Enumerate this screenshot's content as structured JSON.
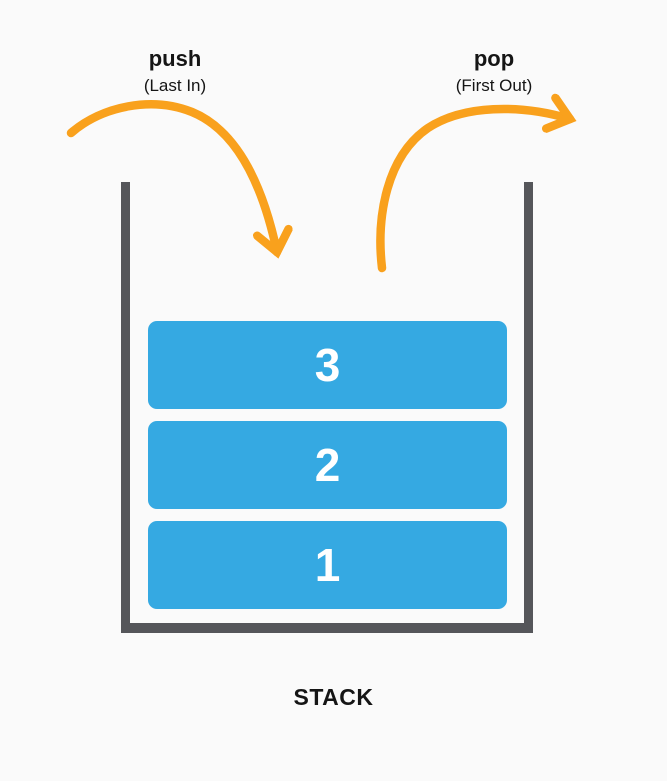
{
  "labels": {
    "push": {
      "title": "push",
      "subtitle": "(Last In)"
    },
    "pop": {
      "title": "pop",
      "subtitle": "(First Out)"
    },
    "caption": "STACK"
  },
  "stack": {
    "items": [
      "3",
      "2",
      "1"
    ]
  },
  "icons": {
    "push_arrow": "curved-arrow-down-into-stack",
    "pop_arrow": "curved-arrow-up-out-of-stack"
  },
  "colors": {
    "background": "#FAFAFA",
    "arrow": "#F9A11D",
    "box": "#35A9E2",
    "wall": "#55565A",
    "box_text": "#FFFFFF",
    "label_text": "#151515"
  }
}
